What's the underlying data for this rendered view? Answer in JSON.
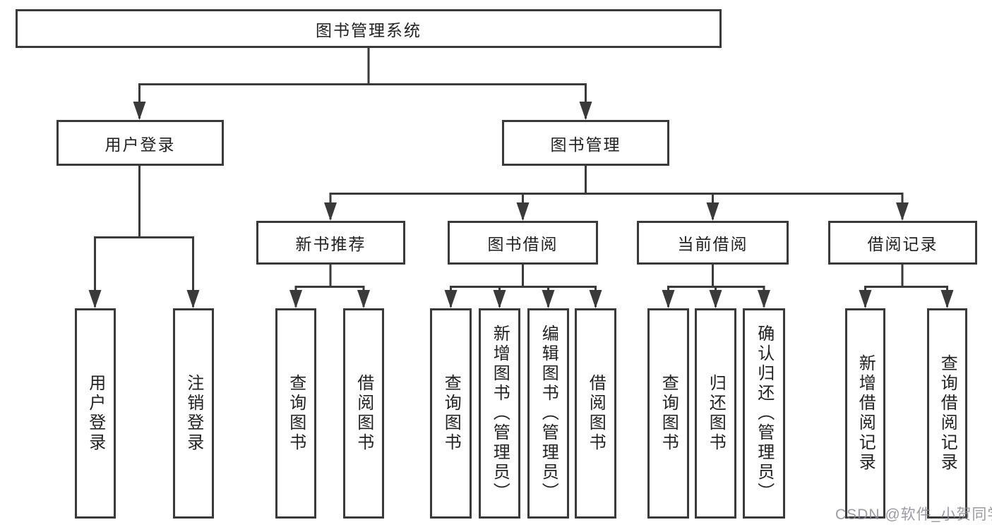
{
  "diagram": {
    "type": "hierarchy-tree",
    "root": {
      "label": "图书管理系统",
      "children": [
        {
          "label": "用户登录",
          "children": [
            {
              "label": "用户登录"
            },
            {
              "label": "注销登录"
            }
          ]
        },
        {
          "label": "图书管理",
          "children": [
            {
              "label": "新书推荐",
              "children": [
                {
                  "label": "查询图书"
                },
                {
                  "label": "借阅图书"
                }
              ]
            },
            {
              "label": "图书借阅",
              "children": [
                {
                  "label": "查询图书"
                },
                {
                  "label": "新增图书（管理员）"
                },
                {
                  "label": "编辑图书（管理员）"
                },
                {
                  "label": "借阅图书"
                }
              ]
            },
            {
              "label": "当前借阅",
              "children": [
                {
                  "label": "查询图书"
                },
                {
                  "label": "归还图书"
                },
                {
                  "label": "确认归还（管理员）"
                }
              ]
            },
            {
              "label": "借阅记录",
              "children": [
                {
                  "label": "新增借阅记录"
                },
                {
                  "label": "查询借阅记录"
                }
              ]
            }
          ]
        }
      ]
    }
  },
  "watermark": {
    "text": "CSDN @软件_小贺同学"
  },
  "colors": {
    "line": "#3a3a3a",
    "box_border": "#3a3a3a",
    "box_background": "#ffffff",
    "text": "#222222",
    "watermark": "#8a8a98"
  }
}
